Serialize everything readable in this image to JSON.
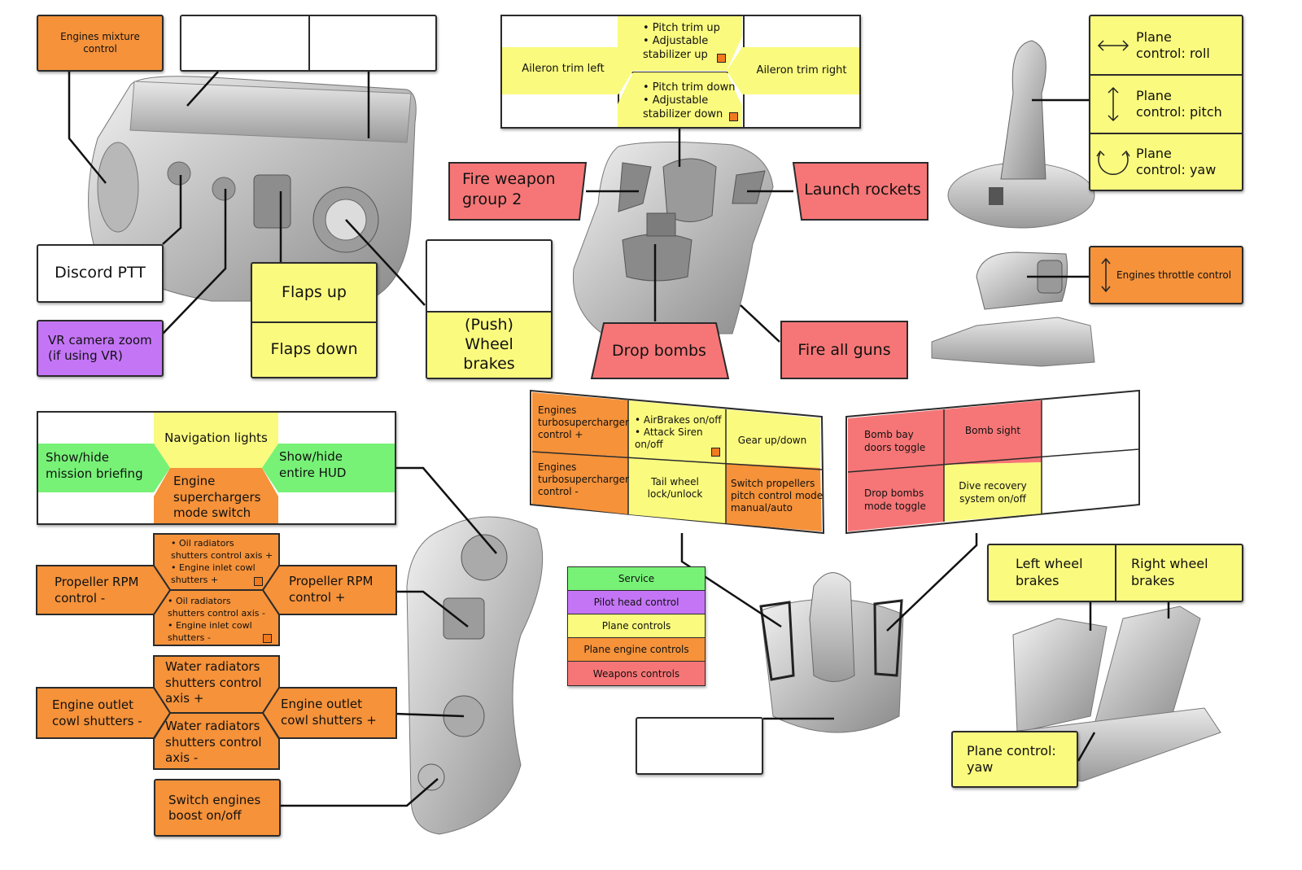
{
  "colors": {
    "service": "#77f277",
    "pilot_head": "#c475f6",
    "plane_controls": "#fafa7e",
    "plane_engine": "#f5923a",
    "weapons": "#f67677"
  },
  "throttle": {
    "mixture": "Engines mixture control",
    "discord": "Discord PTT",
    "vr_zoom": "VR camera zoom\n(if using VR)",
    "flaps_up": "Flaps up",
    "flaps_down": "Flaps down",
    "wheel_brakes": "(Push)\nWheel\nbrakes"
  },
  "trim_hat": {
    "pitch_up": "• Pitch trim up\n• Adjustable\nstabilizer up",
    "pitch_down": "• Pitch trim down\n• Adjustable\nstabilizer down",
    "aileron_left": "Aileron trim left",
    "aileron_right": "Aileron trim right"
  },
  "stick_top": {
    "fire_group2": "Fire weapon\ngroup 2",
    "launch_rockets": "Launch rockets",
    "drop_bombs": "Drop bombs",
    "fire_all_guns": "Fire all guns"
  },
  "joystick_axes": {
    "roll": "Plane\ncontrol: roll",
    "pitch": "Plane\ncontrol: pitch",
    "yaw": "Plane\ncontrol: yaw"
  },
  "throttle_axis": {
    "label": "Engines throttle control"
  },
  "throttle_hats": {
    "nav_lights": "Navigation lights",
    "show_briefing": "Show/hide\nmission briefing",
    "show_hud": "Show/hide\nentire HUD",
    "superchargers": "Engine\nsuperchargers\nmode switch",
    "oil_plus": "• Oil radiators\nshutters control axis +\n• Engine inlet cowl\nshutters +",
    "oil_minus": "• Oil radiators\nshutters control axis -\n• Engine inlet cowl\nshutters -",
    "prop_minus": "Propeller RPM\ncontrol -",
    "prop_plus": "Propeller RPM\ncontrol +",
    "water_plus": "Water radiators\nshutters control\naxis +",
    "water_minus": "Water radiators\nshutters control\naxis -",
    "outlet_minus": "Engine outlet\ncowl shutters -",
    "outlet_plus": "Engine outlet\ncowl shutters +",
    "boost": "Switch engines\nboost on/off"
  },
  "legend": {
    "service": "Service",
    "pilot_head": "Pilot head control",
    "plane_controls": "Plane controls",
    "plane_engine": "Plane engine controls",
    "weapons": "Weapons controls"
  },
  "base_left": {
    "turbo_plus": "Engines\nturbosupercharger\ncontrol +",
    "airbrakes": "• AirBrakes on/off\n• Attack Siren\non/off",
    "gear": "Gear up/down",
    "turbo_minus": "Engines\nturbosupercharger\ncontrol -",
    "tail_wheel": "Tail wheel\nlock/unlock",
    "propellers": "Switch propellers\npitch control mode\nmanual/auto"
  },
  "base_right": {
    "bomb_bay": "Bomb bay\ndoors toggle",
    "bomb_sight": "Bomb sight",
    "drop_mode": "Drop bombs\nmode toggle",
    "dive_recovery": "Dive recovery\nsystem on/off"
  },
  "pedals": {
    "left_brake": "Left wheel\nbrakes",
    "right_brake": "Right wheel\nbrakes",
    "yaw": "Plane control:\nyaw"
  }
}
